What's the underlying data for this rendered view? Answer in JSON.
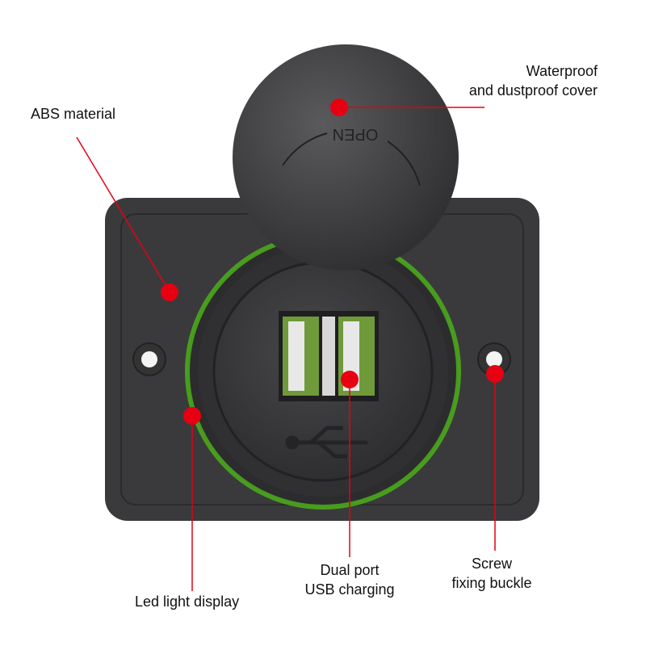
{
  "callouts": {
    "cover": {
      "line1": "Waterproof",
      "line2": "and dustproof cover"
    },
    "abs": {
      "text": "ABS material"
    },
    "led": {
      "text": "Led light display"
    },
    "usb": {
      "line1": "Dual port",
      "line2": "USB charging"
    },
    "screw": {
      "line1": "Screw",
      "line2": "fixing buckle"
    }
  },
  "product": {
    "cover_embossed_text": "OPEN"
  },
  "colors": {
    "callout_dot": "#e60012",
    "callout_line": "#e60012",
    "panel": "#3a3a3c",
    "led_glow": "#4caf1a",
    "usb_port_green": "#6f9a3a"
  }
}
